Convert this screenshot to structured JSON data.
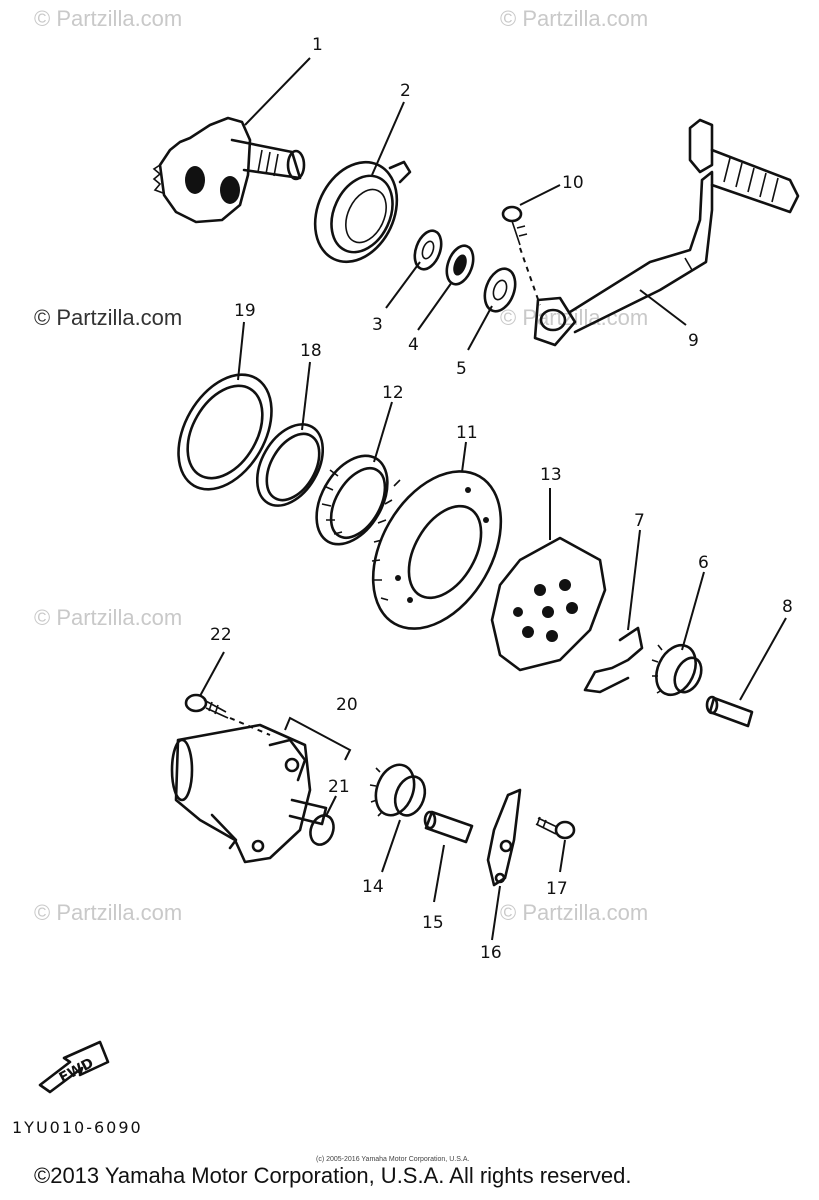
{
  "watermarks": [
    "© Partzilla.com",
    "© Partzilla.com",
    "© Partzilla.com",
    "© Partzilla.com",
    "© Partzilla.com",
    "© Partzilla.com",
    "© Partzilla.com"
  ],
  "callouts": [
    "1",
    "2",
    "3",
    "4",
    "5",
    "6",
    "7",
    "8",
    "9",
    "10",
    "11",
    "12",
    "13",
    "14",
    "15",
    "16",
    "17",
    "18",
    "19",
    "20",
    "21",
    "22"
  ],
  "fwd_label": "FWD",
  "diagram_code": "1YU010-6090",
  "tiny_copyright": "(c) 2005-2016 Yamaha Motor Corporation, U.S.A.",
  "footer": "©2013 Yamaha Motor Corporation, U.S.A. All rights reserved."
}
